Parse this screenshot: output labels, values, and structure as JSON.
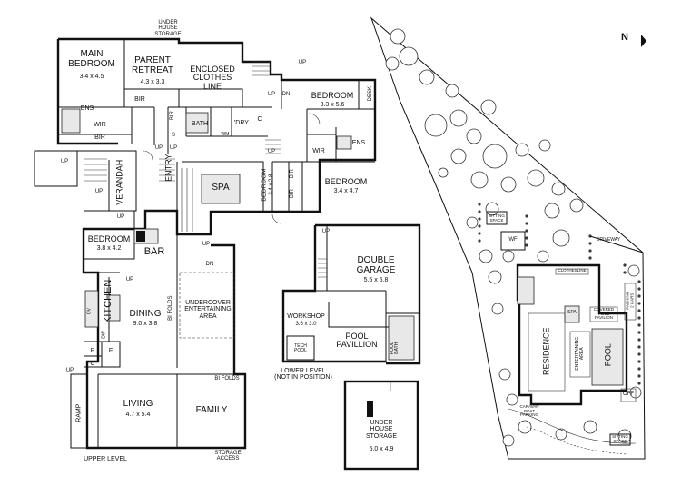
{
  "floorplan": {
    "rooms": {
      "under_house_storage_top": "UNDER\nHOUSE\nSTORAGE",
      "main_bedroom": "MAIN\nBEDROOM",
      "main_bedroom_dim": "3.4 x 4.5",
      "parent_retreat": "PARENT\nRETREAT",
      "parent_retreat_dim": "4.3 x 3.3",
      "enclosed_clothes_line": "ENCLOSED\nCLOTHES\nLINE",
      "ens_main": "ENS",
      "wir_main": "WIR",
      "bir_main": "BIR",
      "bir_retreat": "BIR",
      "bir_vertical": "BIR",
      "bath": "BATH",
      "ldry": "L'DRY",
      "wm": "WM",
      "c_ldry": "C",
      "s_mark": "S",
      "bedroom_a": "BEDROOM",
      "bedroom_a_dim": "3.3 x 5.6",
      "desk": "DESK",
      "ens_bed": "ENS",
      "wir_bed": "WIR",
      "bedroom_b": "BEDROOM",
      "bedroom_b_dim": "3.4 x 4.7",
      "bir_b1": "BIR",
      "bir_b2": "BIR",
      "bedroom_c": "BEDROOM",
      "bedroom_c_dim": "3.4 x 2.8",
      "spa": "SPA",
      "entry": "ENTRY",
      "verandah": "VERANDAH",
      "bedroom_d": "BEDROOM",
      "bedroom_d_dim": "3.8 x 4.2",
      "bar": "BAR",
      "kitchen": "KITCHEN",
      "ov": "OV",
      "dw": "DW",
      "dining": "DINING",
      "dining_dim": "9.0 x 3.8",
      "bi_folds_v": "BI FOLDS",
      "undercover": "UNDERCOVER\nENTERTAINING\nAREA",
      "p_mark": "P",
      "f_mark": "F",
      "c_mark": "C",
      "living": "LIVING",
      "living_dim": "4.7 x 5.4",
      "family": "FAMILY",
      "bi_folds_h": "BI FOLDS",
      "ramp": "RAMP",
      "upper_level": "UPPER LEVEL",
      "storage_access": "STORAGE\nACCESS",
      "double_garage": "DOUBLE\nGARAGE",
      "double_garage_dim": "5.5 x 5.8",
      "workshop": "WORKSHOP",
      "workshop_dim": "3.6 x 3.0",
      "tech_pool": "TECH\nPOOL",
      "pool_pavillion": "POOL\nPAVILLION",
      "pool_bath": "POOL\nBATH",
      "lower_level": "LOWER LEVEL\n(NOT IN POSITION)",
      "under_house_storage": "UNDER\nHOUSE\nSTORAGE",
      "under_house_storage_dim": "5.0 x 4.9"
    },
    "arrows": {
      "up": "UP",
      "dn": "DN"
    }
  },
  "siteplan": {
    "north": "N",
    "labels": {
      "sitting_space_top": "SITTING\nSPACE",
      "wf": "WF",
      "driveway": "DRIVEWAY",
      "clothesline": "CLOTHESLINE",
      "parking_cars": "PARKING\n2 CARS",
      "spa": "SPA",
      "covered_pool_pavilion": "COVERED\nPOOL\nPAVILION",
      "residence": "RESIDENCE",
      "entertaining_area": "ENTERTAINING\nAREA",
      "pool": "POOL",
      "off": "OFF",
      "caravan_boat_parking": "CARAVAN\nBOAT\nPARKING",
      "sitting_space_bottom": "SITTING\nSPACE"
    }
  }
}
